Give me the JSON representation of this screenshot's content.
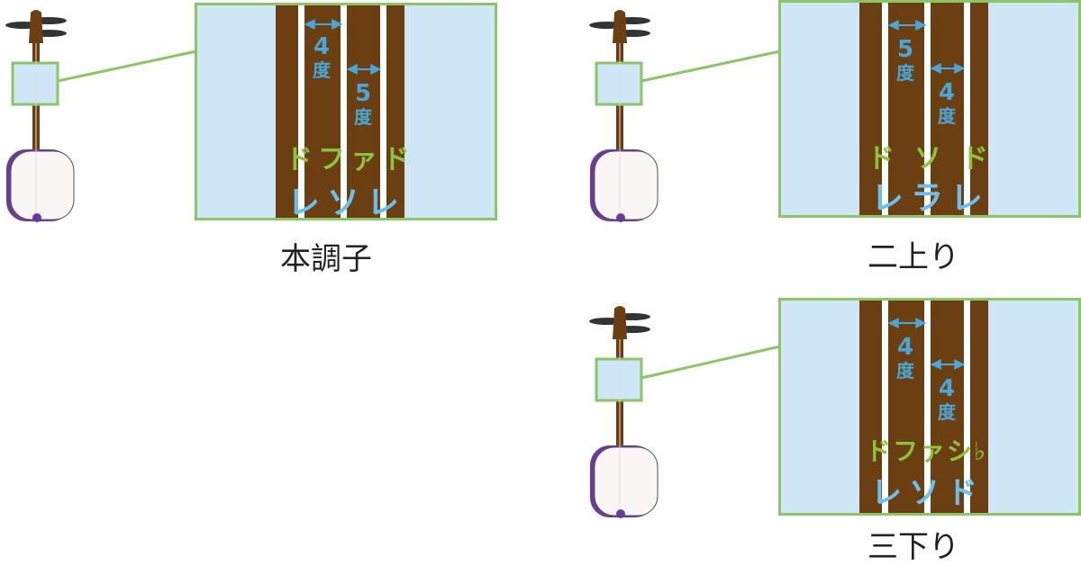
{
  "panels": [
    {
      "caption": "本調子",
      "interval1": {
        "num": "4",
        "deg": "度"
      },
      "interval2": {
        "num": "5",
        "deg": "度"
      },
      "notes_upper": "ドファド",
      "notes_lower": "レソレ"
    },
    {
      "caption": "二上り",
      "interval1": {
        "num": "5",
        "deg": "度"
      },
      "interval2": {
        "num": "4",
        "deg": "度"
      },
      "notes_upper": "ドソド",
      "notes_lower": "レラレ"
    },
    {
      "caption": "三下り",
      "interval1": {
        "num": "4",
        "deg": "度"
      },
      "interval2": {
        "num": "4",
        "deg": "度"
      },
      "notes_upper": "ドファシ♭",
      "notes_lower": "レソド"
    }
  ],
  "colors": {
    "frame": "#8cc468",
    "zoom_bg": "#cfe6f6",
    "neck": "#6b3f12",
    "interval_text": "#4aa6d6",
    "upper_notes": "#8cc440",
    "lower_notes": "#6cc0ef",
    "drum_edge": "#6b3b9a"
  }
}
